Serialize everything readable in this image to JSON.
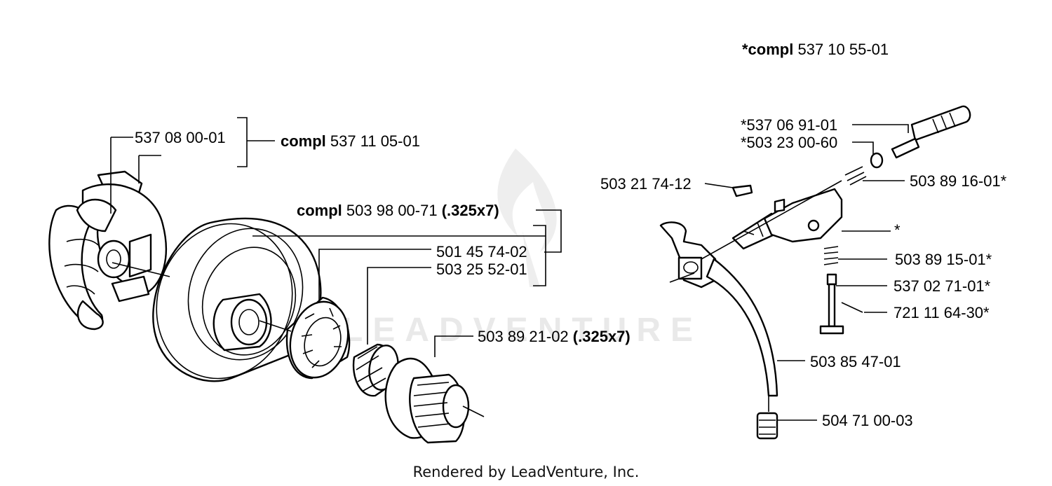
{
  "watermark": "LEADVENTURE",
  "footer": "Rendered by LeadVenture, Inc.",
  "left_group": {
    "clutch_part": "537 08 00-01",
    "clutch_compl_word": "compl",
    "clutch_compl_num": "537 11 05-01",
    "drum_compl_word": "compl",
    "drum_compl_num": "503 98 00-71",
    "drum_compl_spec": "(.325x7)",
    "rim": "501 45 74-02",
    "bearing": "503 25 52-01",
    "washer": "503 89 21-02",
    "washer_spec": "(.325x7)"
  },
  "right_group": {
    "compl_word": "*compl",
    "compl_num": "537 10 55-01",
    "shaft": "*537 06 91-01",
    "washer": "*503 23 00-60",
    "screw": "503 21 74-12",
    "spring_top": "503 89 16-01*",
    "housing": "*",
    "spring": "503 89 15-01*",
    "plunger": "537 02 71-01*",
    "pin": "721 11 64-30*",
    "hose": "503 85 47-01",
    "filter": "504 71 00-03"
  }
}
